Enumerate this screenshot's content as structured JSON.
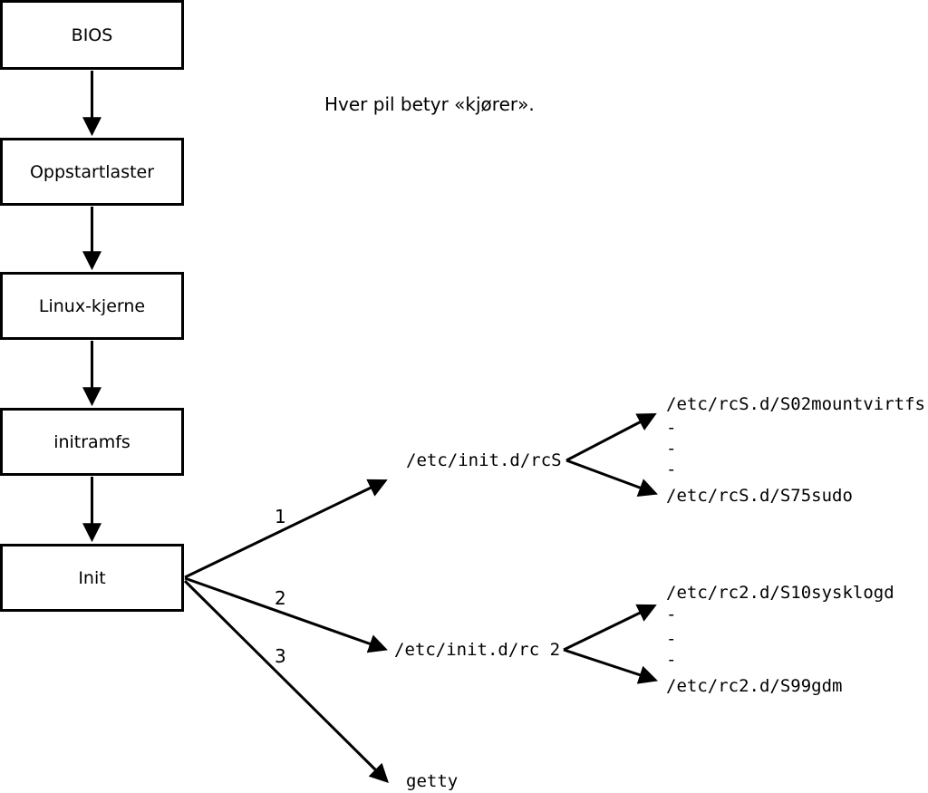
{
  "note": "Hver pil betyr «kjører».",
  "chain": [
    {
      "label": "BIOS"
    },
    {
      "label": "Oppstartlaster"
    },
    {
      "label": "Linux-kjerne"
    },
    {
      "label": "initramfs"
    },
    {
      "label": "Init"
    }
  ],
  "init_arrows": [
    {
      "number": "1",
      "target": "/etc/init.d/rcS"
    },
    {
      "number": "2",
      "target": "/etc/init.d/rc 2"
    },
    {
      "number": "3",
      "target": "getty"
    }
  ],
  "rcS_scripts": {
    "first": "/etc/rcS.d/S02mountvirtfs",
    "dots": [
      "-",
      "-",
      "-"
    ],
    "last": "/etc/rcS.d/S75sudo"
  },
  "rc2_scripts": {
    "first": "/etc/rc2.d/S10sysklogd",
    "dots": [
      "-",
      "-",
      "-"
    ],
    "last": "/etc/rc2.d/S99gdm"
  },
  "colors": {
    "line": "#000000",
    "box_border": "#000000",
    "text": "#000000",
    "background": "#ffffff"
  }
}
